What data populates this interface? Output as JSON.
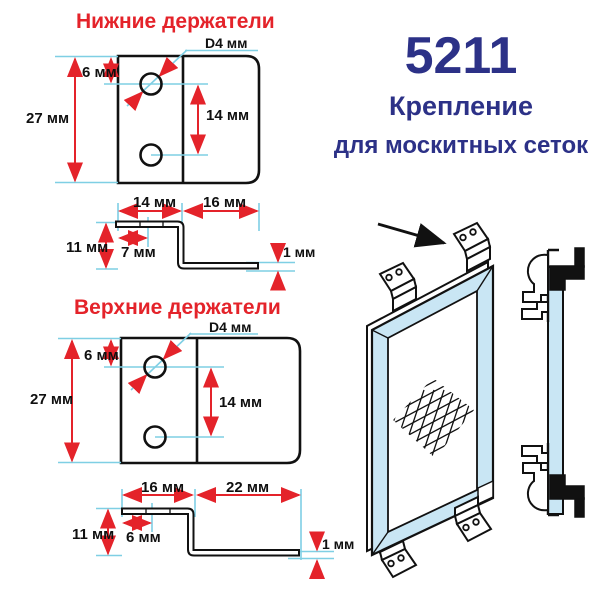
{
  "product": {
    "code": "5211",
    "subtitle_line1": "Крепление",
    "subtitle_line2": "для москитных сеток"
  },
  "lower": {
    "title": "Нижние держатели",
    "front": {
      "total_height": "27 мм",
      "hole_top_offset": "6 мм",
      "hole_spacing": "14 мм",
      "hole_diameter": "D4 мм"
    },
    "profile": {
      "top_flange": "14 мм",
      "bottom_flange": "16 мм",
      "height": "11 мм",
      "inner_offset": "7 мм",
      "thickness": "1 мм"
    }
  },
  "upper": {
    "title": "Верхние держатели",
    "front": {
      "total_height": "27 мм",
      "hole_top_offset": "6 мм",
      "hole_spacing": "14 мм",
      "hole_diameter": "D4 мм"
    },
    "profile": {
      "top_flange": "16 мм",
      "bottom_flange": "22 мм",
      "height": "11 мм",
      "inner_offset": "6 мм",
      "thickness": "1 мм"
    }
  },
  "colors": {
    "dimension_red": "#e4232a",
    "guide_cyan": "#7fcfe4",
    "brand_blue": "#2c3187",
    "frame_fill": "#c9e6f4"
  }
}
